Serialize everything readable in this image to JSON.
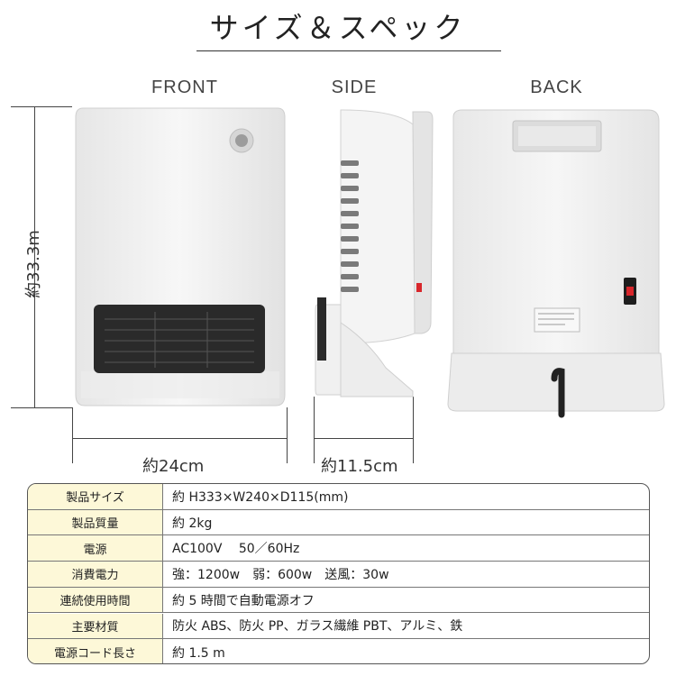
{
  "title": "サイズ＆スペック",
  "views": {
    "front": "FRONT",
    "side": "SIDE",
    "back": "BACK"
  },
  "dimensions": {
    "height": "約33.3m",
    "width": "約24cm",
    "depth": "約11.5cm"
  },
  "specs": [
    {
      "label": "製品サイズ",
      "value": "約 H333×W240×D115(mm)"
    },
    {
      "label": "製品質量",
      "value": "約 2kg"
    },
    {
      "label": "電源",
      "value": "AC100V　 50／60Hz"
    },
    {
      "label": "消費電力",
      "value": "強：1200w　弱：600w　送風：30w"
    },
    {
      "label": "連続使用時間",
      "value": "約 5 時間で自動電源オフ"
    },
    {
      "label": "主要材質",
      "value": "防火 ABS、防火 PP、ガラス繊維 PBT、アルミ、鉄"
    },
    {
      "label": "電源コード長さ",
      "value": "約 1.5 m"
    }
  ],
  "colors": {
    "table_label_bg": "#fdf8d8",
    "body_white": "#f3f3f3",
    "grille_dark": "#2a2a2a",
    "switch_red": "#d8262b"
  }
}
